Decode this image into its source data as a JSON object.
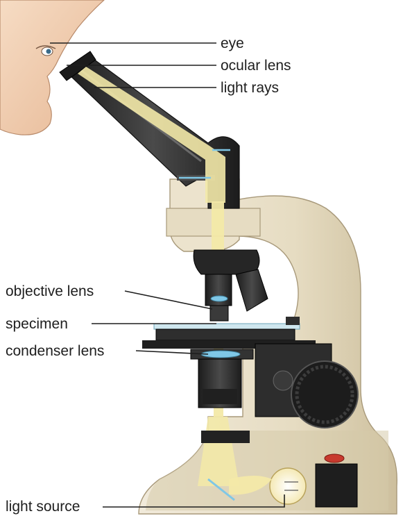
{
  "labels": {
    "eye": "eye",
    "ocular_lens": "ocular lens",
    "light_rays": "light rays",
    "objective_lens": "objective lens",
    "specimen": "specimen",
    "condenser_lens": "condenser lens",
    "light_source": "light source"
  },
  "colors": {
    "body_cream": "#e9e0c9",
    "body_shadow": "#cfc3a4",
    "metal_dark": "#2b2b2b",
    "light_beam": "#f3e9a8",
    "skin": "#f2d2b6",
    "lens_blue": "#7fc7e6"
  }
}
